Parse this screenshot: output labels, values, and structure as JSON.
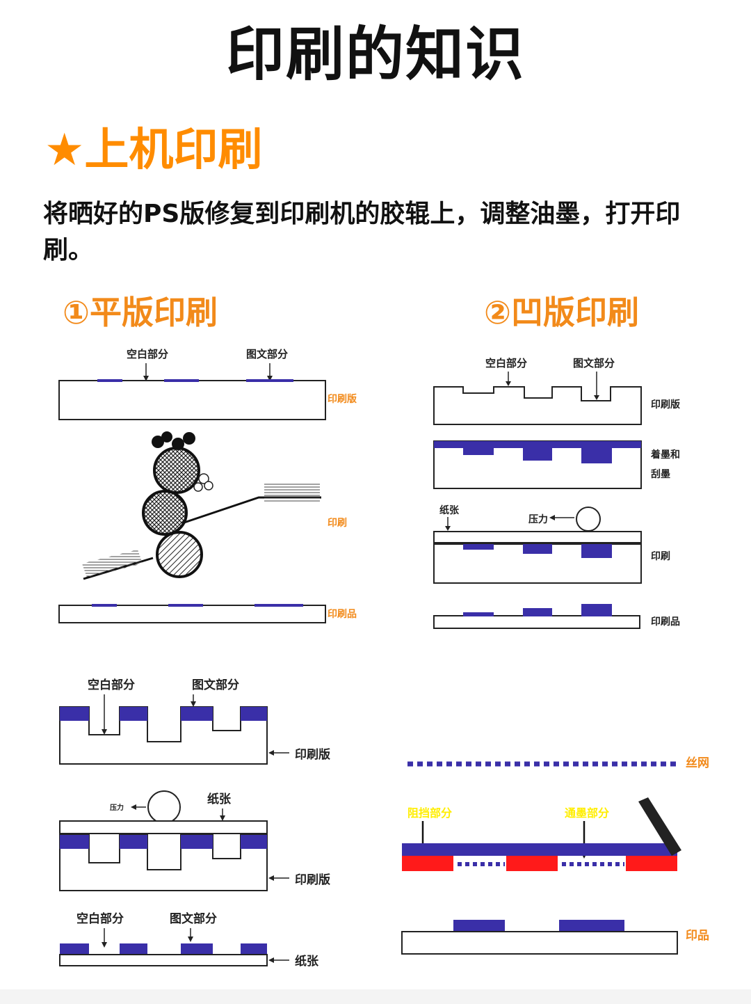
{
  "title": "印刷的知识",
  "section": {
    "star": "★",
    "title": "上机印刷"
  },
  "intro": "将晒好的PS版修复到印刷机的胶辊上，调整油墨，打开印刷。",
  "planographic": {
    "title": "①平版印刷",
    "label_blank": "空白部分",
    "label_image": "图文部分",
    "label_plate": "印刷版",
    "label_print": "印刷",
    "label_product": "印刷品"
  },
  "gravure": {
    "title": "②凹版印刷",
    "label_blank": "空白部分",
    "label_image": "图文部分",
    "label_plate": "印刷版",
    "label_ink_1": "着墨和",
    "label_ink_2": "刮墨",
    "label_paper": "纸张",
    "label_pressure": "压力",
    "label_print": "印刷",
    "label_product": "印刷品"
  },
  "letterpress": {
    "label_blank": "空白部分",
    "label_image": "图文部分",
    "label_plate": "印刷版",
    "label_pressure": "压力",
    "label_paper": "纸张",
    "label_plate_2": "印刷版",
    "label_blank_2": "空白部分",
    "label_image_2": "图文部分",
    "label_paper_2": "纸张"
  },
  "screen": {
    "label_mesh": "丝网",
    "label_blocked": "阻挡部分",
    "label_through": "通墨部分",
    "label_product": "印品"
  },
  "colors": {
    "ink": "#3a2fa8",
    "orange": "#f28a1a",
    "red": "#ff1a1a",
    "yellow": "#ffee00"
  }
}
